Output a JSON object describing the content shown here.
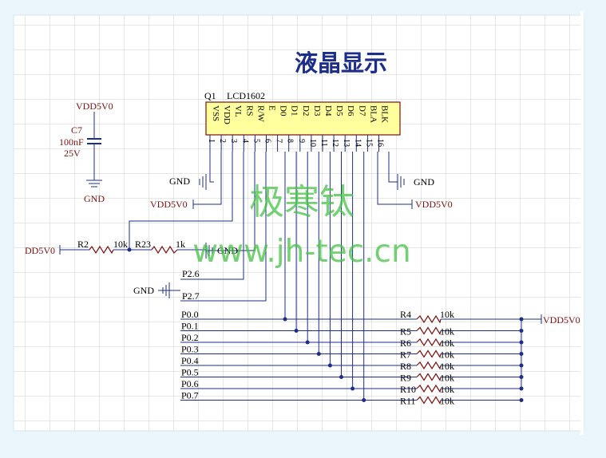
{
  "title": "液晶显示",
  "lcd": {
    "designator": "Q1",
    "part": "LCD1602",
    "pins": [
      {
        "name": "VSS",
        "num": "1"
      },
      {
        "name": "VDD",
        "num": "2"
      },
      {
        "name": "VL",
        "num": "3"
      },
      {
        "name": "RS",
        "num": "4"
      },
      {
        "name": "R/W",
        "num": "5"
      },
      {
        "name": "E",
        "num": "6"
      },
      {
        "name": "D0",
        "num": "7"
      },
      {
        "name": "D1",
        "num": "8"
      },
      {
        "name": "D2",
        "num": "9"
      },
      {
        "name": "D3",
        "num": "10"
      },
      {
        "name": "D4",
        "num": "11"
      },
      {
        "name": "D5",
        "num": "12"
      },
      {
        "name": "D6",
        "num": "13"
      },
      {
        "name": "D7",
        "num": "14"
      },
      {
        "name": "BLA",
        "num": "15"
      },
      {
        "name": "BLK",
        "num": "16"
      }
    ]
  },
  "capacitor": {
    "supply": "VDD5V0",
    "ref": "C7",
    "value": "100nF",
    "voltage": "25V",
    "ground": "GND"
  },
  "nets": {
    "gnd_pin1": "GND",
    "vdd_pin2": "VDD5V0",
    "gnd_pin16": "GND",
    "vdd_pin15": "VDD5V0",
    "divider_supply": "DD5V0",
    "divider_ground": "GND",
    "gnd_left": "GND",
    "p26": "P2.6",
    "p27": "P2.7",
    "pullup_supply": "VDD5V0"
  },
  "divider": {
    "r_top": {
      "ref": "R2",
      "value": "10k"
    },
    "r_bottom": {
      "ref": "R23",
      "value": "1k"
    }
  },
  "data_bus": [
    {
      "port": "P0.0",
      "ref": "R4",
      "value": "10k"
    },
    {
      "port": "P0.1",
      "ref": "R5",
      "value": "10k"
    },
    {
      "port": "P0.2",
      "ref": "R6",
      "value": "10k"
    },
    {
      "port": "P0.3",
      "ref": "R7",
      "value": "10k"
    },
    {
      "port": "P0.4",
      "ref": "R8",
      "value": "10k"
    },
    {
      "port": "P0.5",
      "ref": "R9",
      "value": "10k"
    },
    {
      "port": "P0.6",
      "ref": "R10",
      "value": "10k"
    },
    {
      "port": "P0.7",
      "ref": "R11",
      "value": "10k"
    }
  ],
  "watermark": {
    "cn": "极寒钛",
    "url": "www.jh-tec.cn"
  },
  "colors": {
    "wire": "#1c2d8a",
    "label": "#7a1010",
    "resistor": "#7a1010",
    "lcd_fill": "#ffff9e",
    "watermark": "#44c244"
  }
}
